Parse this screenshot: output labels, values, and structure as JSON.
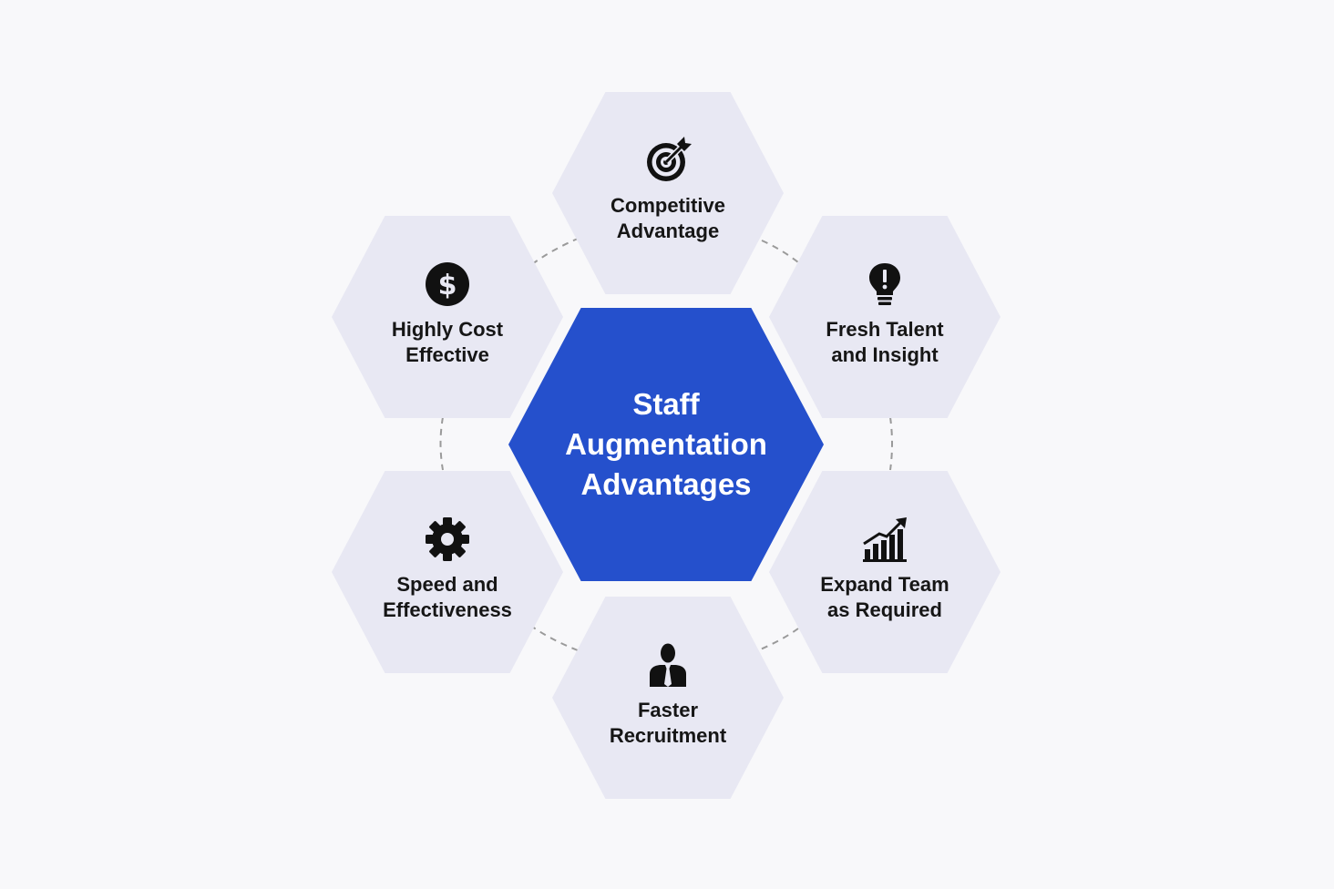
{
  "center": {
    "title": "Staff\nAugmentation\nAdvantages",
    "color": "#2550cc"
  },
  "colors": {
    "hexagon_fill": "#e8e8f3",
    "background": "#f8f8fa",
    "connector": "#9a9a9a"
  },
  "advantages": [
    {
      "label": "Competitive\nAdvantage",
      "icon": "target-icon"
    },
    {
      "label": "Fresh Talent\nand Insight",
      "icon": "lightbulb-icon"
    },
    {
      "label": "Expand Team\nas Required",
      "icon": "growth-chart-icon"
    },
    {
      "label": "Faster\nRecruitment",
      "icon": "person-icon"
    },
    {
      "label": "Speed and\nEffectiveness",
      "icon": "gear-icon"
    },
    {
      "label": "Highly Cost\nEffective",
      "icon": "dollar-icon"
    }
  ]
}
